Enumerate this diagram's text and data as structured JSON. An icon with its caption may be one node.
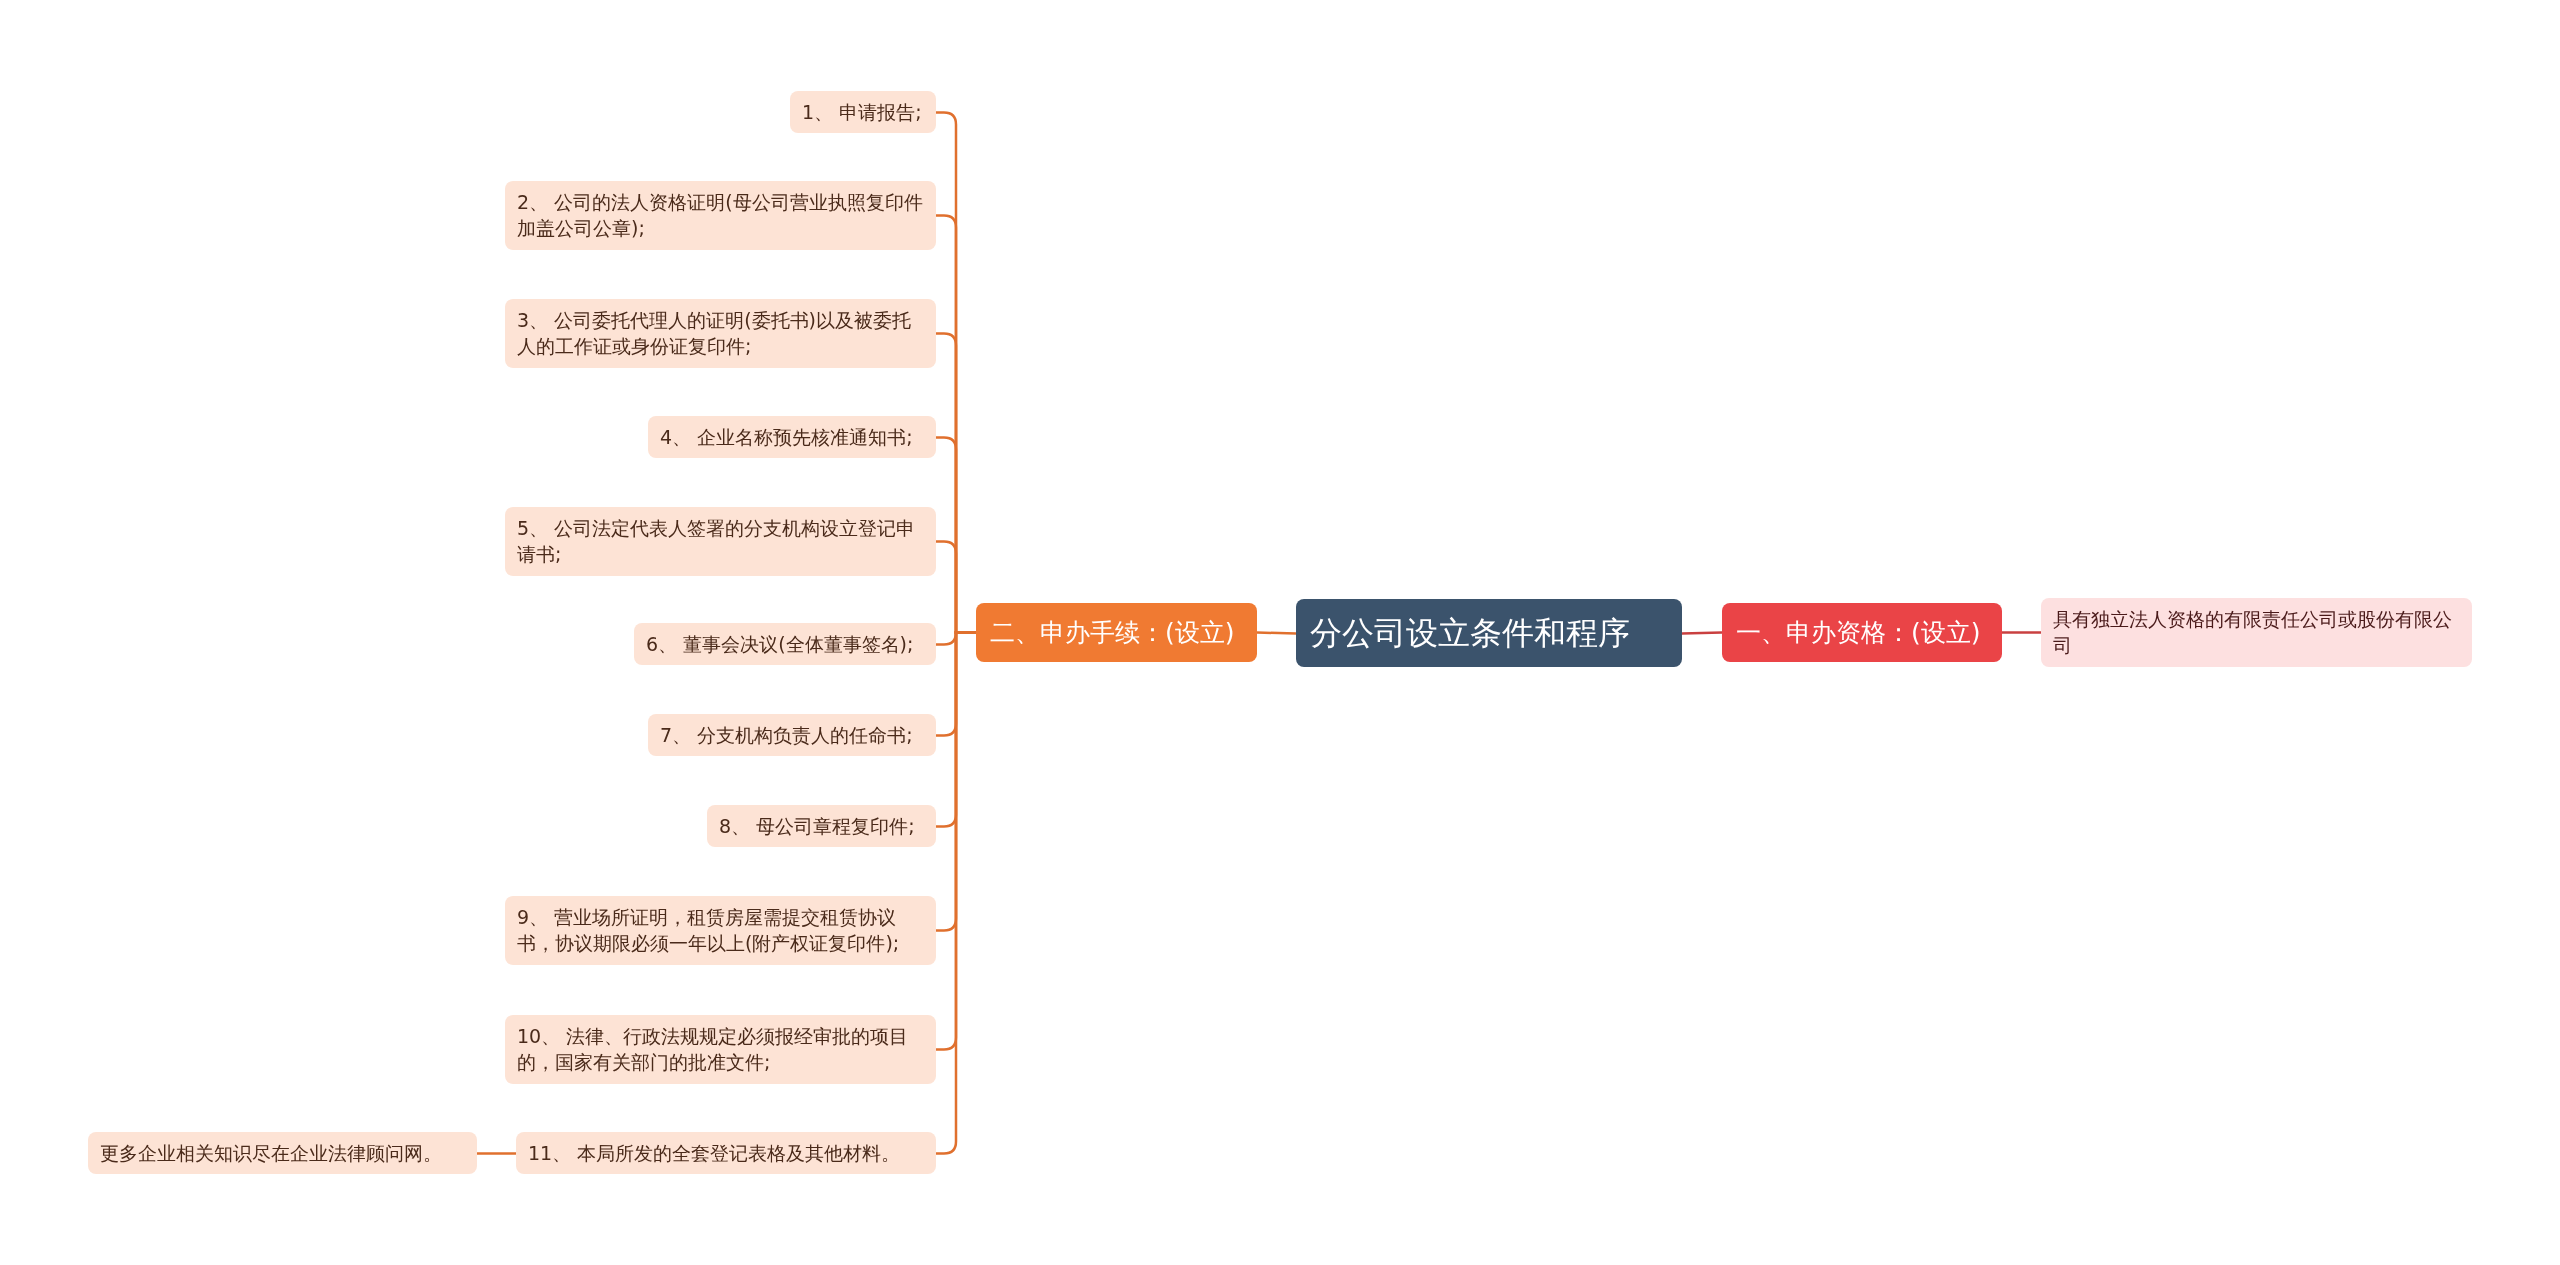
{
  "diagram": {
    "nodes": [
      {
        "text": [
          "分公司设立条件和程序"
        ]
      },
      {
        "text": [
          "二、申办手续：(设立)"
        ]
      },
      {
        "text": [
          "1、 申请报告;"
        ]
      },
      {
        "text": [
          "2、 公司的法人资格证明(母公司营业执照复印件加盖公司公章);"
        ]
      },
      {
        "text": [
          "3、 公司委托代理人的证明(委托书)以及被委托人的工作证或身份证复印件;"
        ]
      },
      {
        "text": [
          "4、 企业名称预先核准通知书;"
        ]
      },
      {
        "text": [
          "5、 公司法定代表人签署的分支机构设立登记申请书;"
        ]
      },
      {
        "text": [
          "6、 董事会决议(全体董事签名);"
        ]
      },
      {
        "text": [
          "7、 分支机构负责人的任命书;"
        ]
      },
      {
        "text": [
          "8、 母公司章程复印件;"
        ]
      },
      {
        "text": [
          "9、 营业场所证明，租赁房屋需提交租赁协议书，协议期限必须一年以上(附产权证复印件);"
        ]
      },
      {
        "text": [
          "10、 法律、行政法规规定必须报经审批的项目的，国家有关部门的批准文件;"
        ]
      },
      {
        "text": [
          "11、 本局所发的全套登记表格及其他材料。"
        ]
      },
      {
        "text": [
          "更多企业相关知识尽在企业法律顾问网。"
        ]
      },
      {
        "text": [
          "一、申办资格：(设立)"
        ]
      },
      {
        "text": [
          "具有独立法人资格的有限责任公司或股份有限公司"
        ]
      }
    ],
    "edges": [
      {
        "from": 0,
        "to": 1,
        "arrow": "none"
      },
      {
        "from": 1,
        "to": 2,
        "arrow": "none"
      },
      {
        "from": 1,
        "to": 3,
        "arrow": "none"
      },
      {
        "from": 1,
        "to": 4,
        "arrow": "none"
      },
      {
        "from": 1,
        "to": 5,
        "arrow": "none"
      },
      {
        "from": 1,
        "to": 6,
        "arrow": "none"
      },
      {
        "from": 1,
        "to": 7,
        "arrow": "none"
      },
      {
        "from": 1,
        "to": 8,
        "arrow": "none"
      },
      {
        "from": 1,
        "to": 9,
        "arrow": "none"
      },
      {
        "from": 1,
        "to": 10,
        "arrow": "none"
      },
      {
        "from": 1,
        "to": 11,
        "arrow": "none"
      },
      {
        "from": 1,
        "to": 12,
        "arrow": "none"
      },
      {
        "from": 12,
        "to": 13,
        "arrow": "none"
      },
      {
        "from": 0,
        "to": 14,
        "arrow": "none",
        "color": "#c94040"
      },
      {
        "from": 14,
        "to": 15,
        "arrow": "none",
        "color": "#c94040"
      }
    ]
  }
}
